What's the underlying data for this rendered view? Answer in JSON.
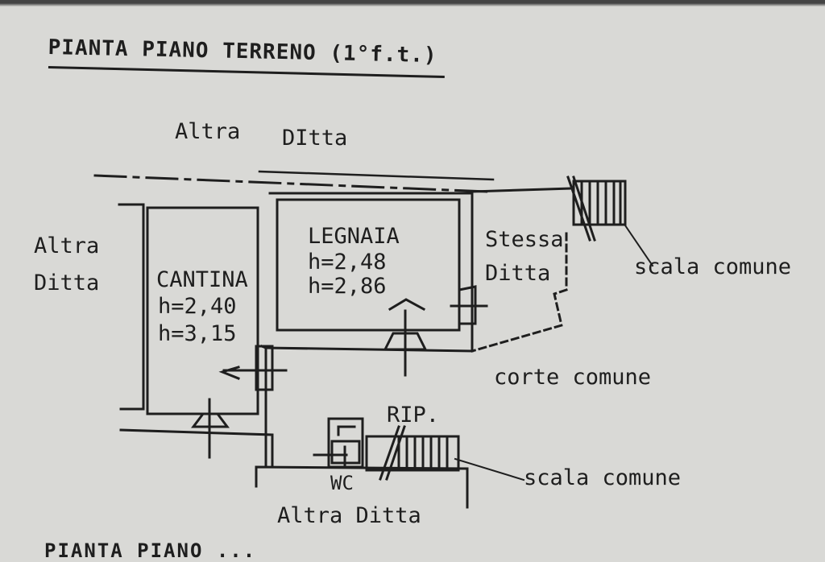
{
  "title": "PIANTA PIANO TERRENO (1°f.t.)",
  "labels": {
    "altra_ditta_top_a": "Altra",
    "altra_ditta_top_b": "DItta",
    "altra_ditta_left_1": "Altra",
    "altra_ditta_left_2": "Ditta",
    "cantina": "CANTINA",
    "cantina_h1": "h=2,40",
    "cantina_h2": "h=3,15",
    "legnaia": "LEGNAIA",
    "legnaia_h1": "h=2,48",
    "legnaia_h2": "h=2,86",
    "stessa_1": "Stessa",
    "stessa_2": "Ditta",
    "scala_comune_right": "scala comune",
    "corte_comune": "corte comune",
    "rip": "RIP.",
    "wc": "WC",
    "scala_comune_bottom": "scala comune",
    "altra_ditta_bottom": "Altra Ditta",
    "next_heading_partial": "PIANTA PIANO ..."
  },
  "colors": {
    "paper": "#d9d9d6",
    "ink": "#1e1e1e"
  }
}
